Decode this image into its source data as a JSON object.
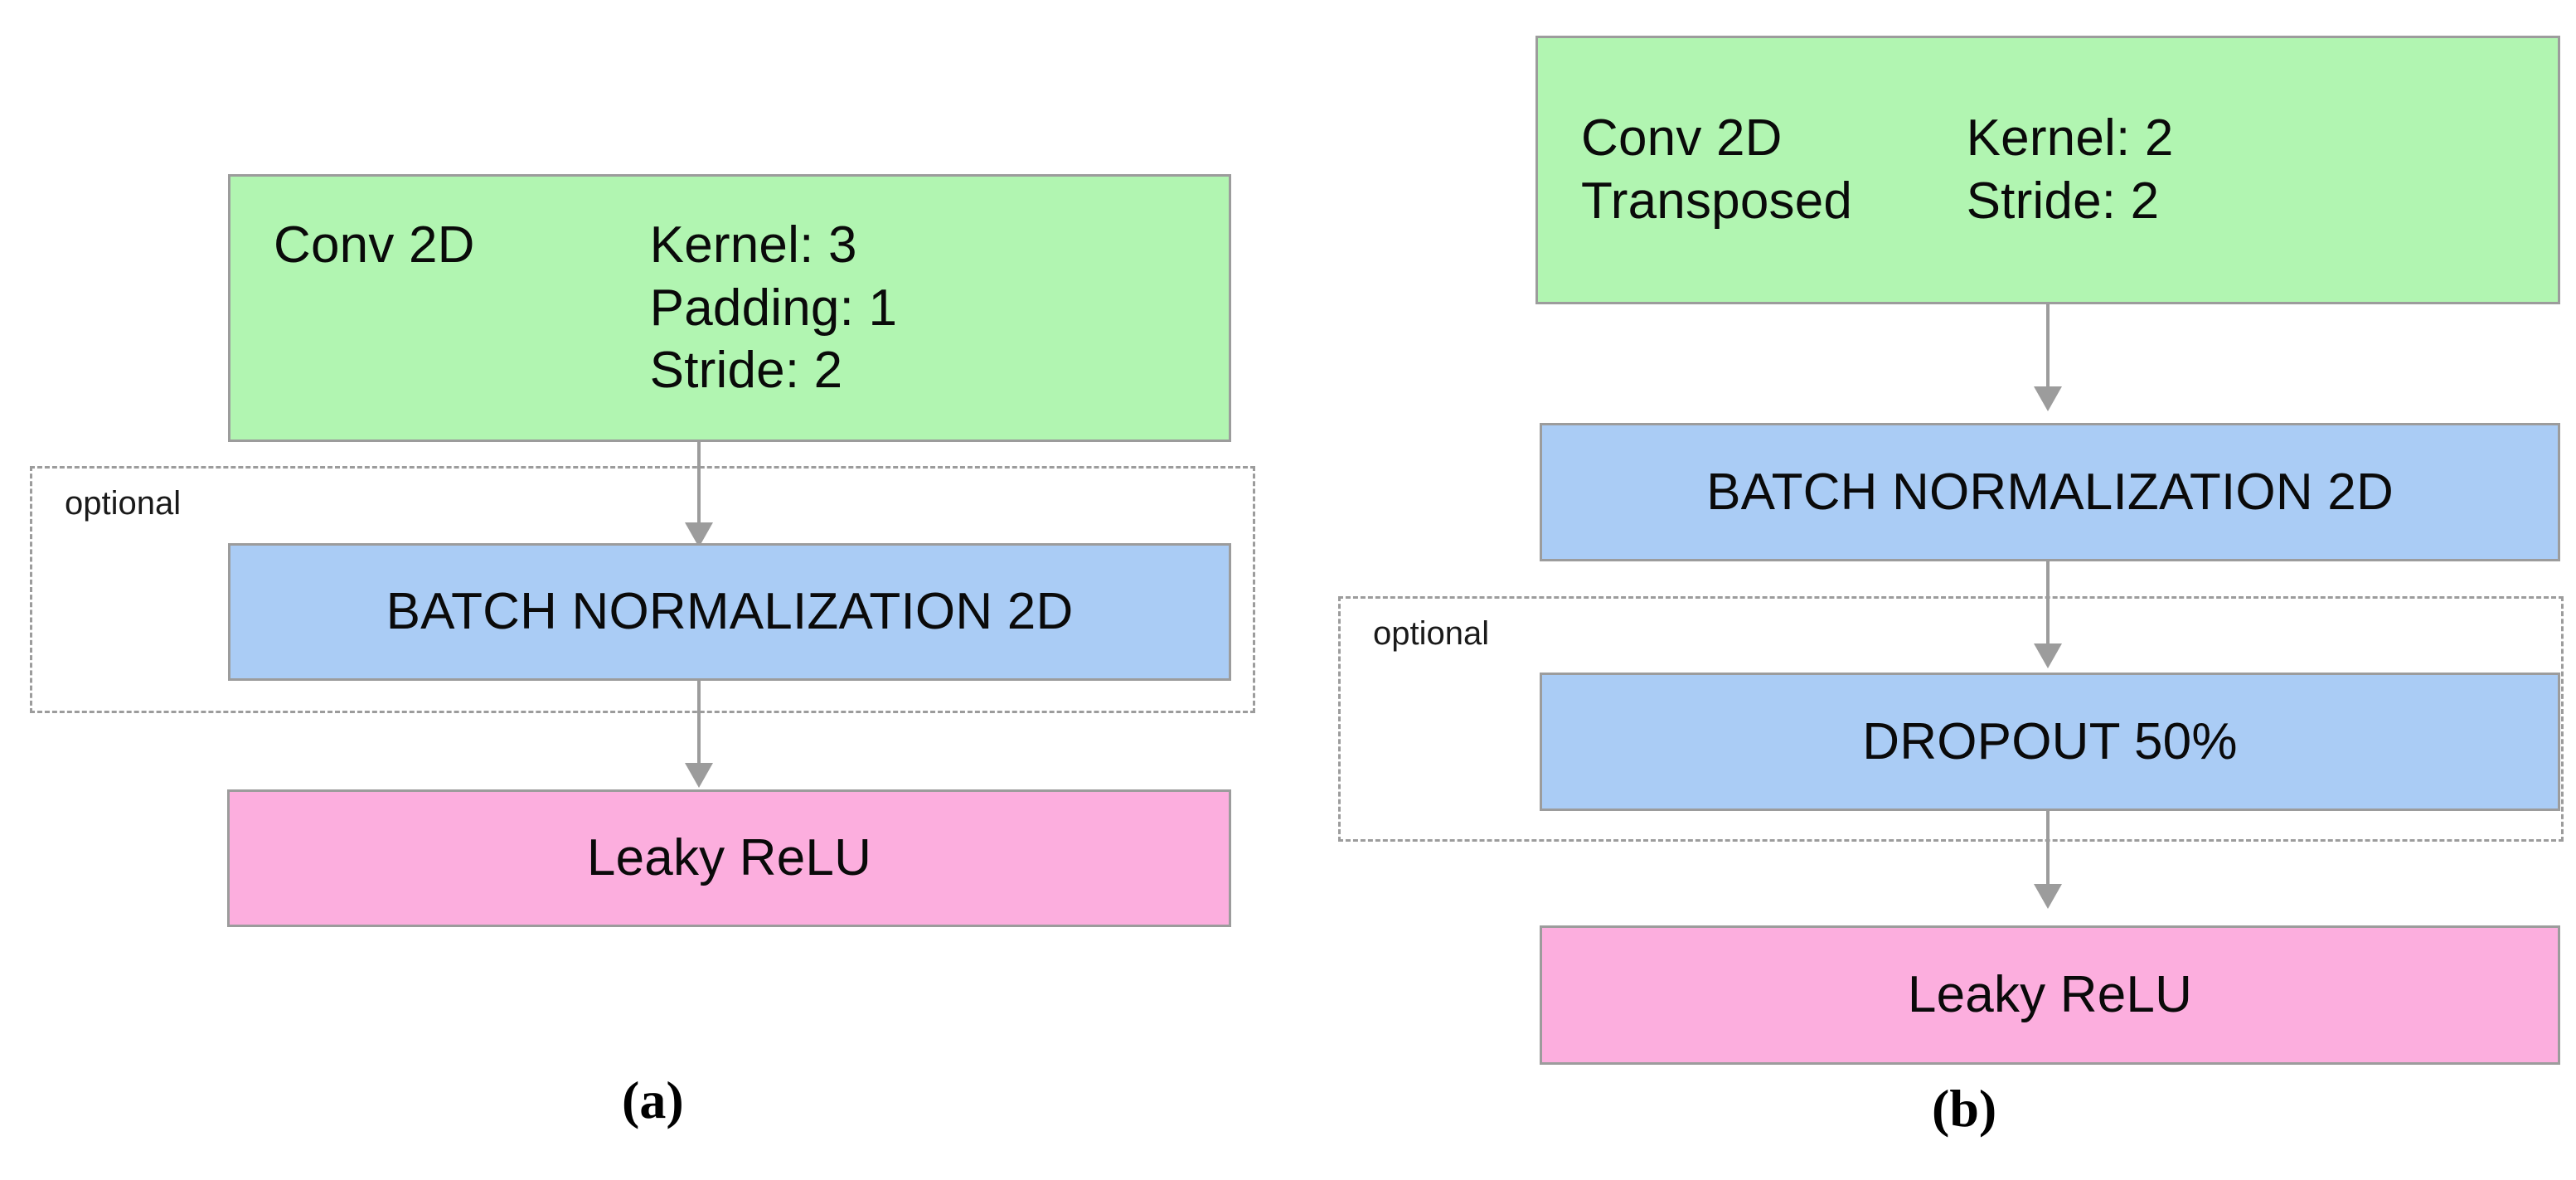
{
  "figure": {
    "background_color": "#ffffff",
    "palette": {
      "green": "#b1f5b1",
      "blue": "#aaccf5",
      "pink": "#fcaede",
      "border": "#9c9c9c",
      "arrow": "#9c9c9c",
      "text": "#0a0a0a"
    }
  },
  "panel_a": {
    "caption": "(a)",
    "conv": {
      "name": "Conv 2D",
      "params": {
        "kernel": "Kernel: 3",
        "padding": "Padding: 1",
        "stride": "Stride: 2"
      }
    },
    "optional": {
      "label": "optional",
      "contains": "BATCH NORMALIZATION 2D"
    },
    "batchnorm": "BATCH NORMALIZATION 2D",
    "activation": "Leaky ReLU"
  },
  "panel_b": {
    "caption": "(b)",
    "conv": {
      "name_line1": "Conv 2D",
      "name_line2": "Transposed",
      "params": {
        "kernel": "Kernel: 2",
        "stride": "Stride: 2"
      }
    },
    "batchnorm": "BATCH NORMALIZATION 2D",
    "optional": {
      "label": "optional",
      "contains": "DROPOUT 50%"
    },
    "dropout": "DROPOUT 50%",
    "activation": "Leaky ReLU"
  }
}
